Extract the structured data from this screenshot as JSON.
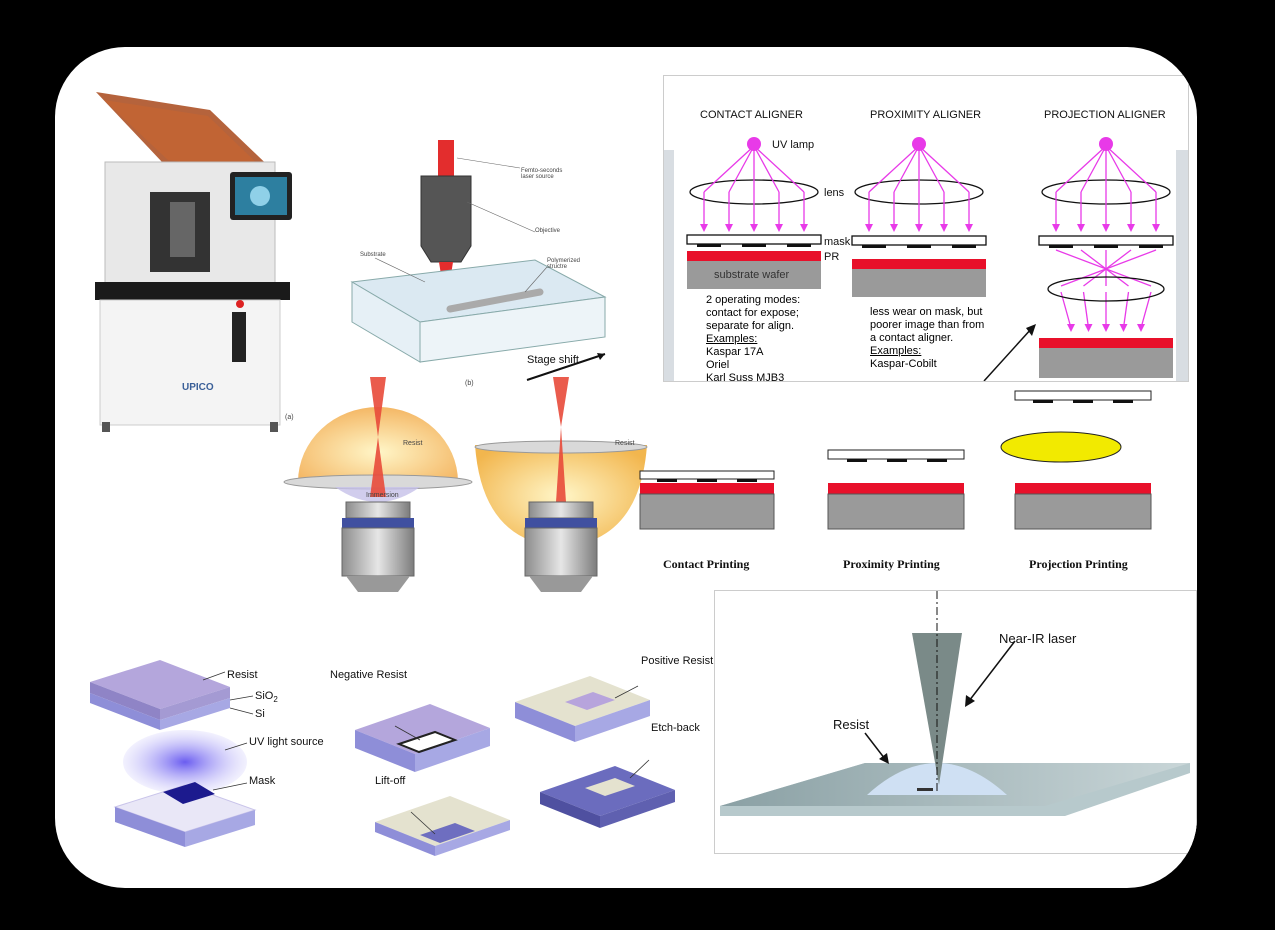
{
  "machine": {
    "screen_hint": "tablet screen",
    "brand": "UPICO",
    "caption": "(a)"
  },
  "femto": {
    "laser_label": "Femto-seconds laser source",
    "objective_label": "Objective",
    "substrate_label": "Substrate",
    "structure_label": "Polymerized structre",
    "stage_label": "Stage shift",
    "caption": "(b)"
  },
  "immersion": {
    "left_resist": "Resist",
    "left_immersion": "Immersion",
    "right_resist": "Resist"
  },
  "aligners": {
    "titles": [
      "CONTACT ALIGNER",
      "PROXIMITY ALIGNER",
      "PROJECTION ALIGNER"
    ],
    "uv_lamp": "UV lamp",
    "lens": "lens",
    "mask": "mask",
    "pr": "PR",
    "substrate": "substrate wafer",
    "contact_desc": [
      "2 operating modes:",
      "contact for expose;",
      "separate for align."
    ],
    "examples": "Examples:",
    "contact_examples": [
      "Kaspar 17A",
      "Oriel",
      "Karl Suss MJB3"
    ],
    "proximity_desc": [
      "less wear on mask, but",
      "poorer image than from",
      "a contact aligner."
    ],
    "proximity_examples": [
      "Kaspar-Cobilt"
    ]
  },
  "printing": {
    "labels": [
      "Contact Printing",
      "Proximity Printing",
      "Projection Printing"
    ]
  },
  "process": {
    "resist": "Resist",
    "sio2": "SiO",
    "sio2_sub": "2",
    "si": "Si",
    "uv": "UV light source",
    "mask": "Mask",
    "negative": "Negative Resist",
    "positive": "Positive Resist",
    "liftoff": "Lift-off",
    "etchback": "Etch-back"
  },
  "nearir": {
    "laser": "Near-IR laser",
    "resist": "Resist"
  },
  "colors": {
    "magenta": "#e83ae8",
    "photoresist_red": "#e8102a",
    "substrate_gray": "#9a9a9a",
    "resist_purple": "#a99bd6",
    "lens_yellow": "#f2ea00"
  }
}
